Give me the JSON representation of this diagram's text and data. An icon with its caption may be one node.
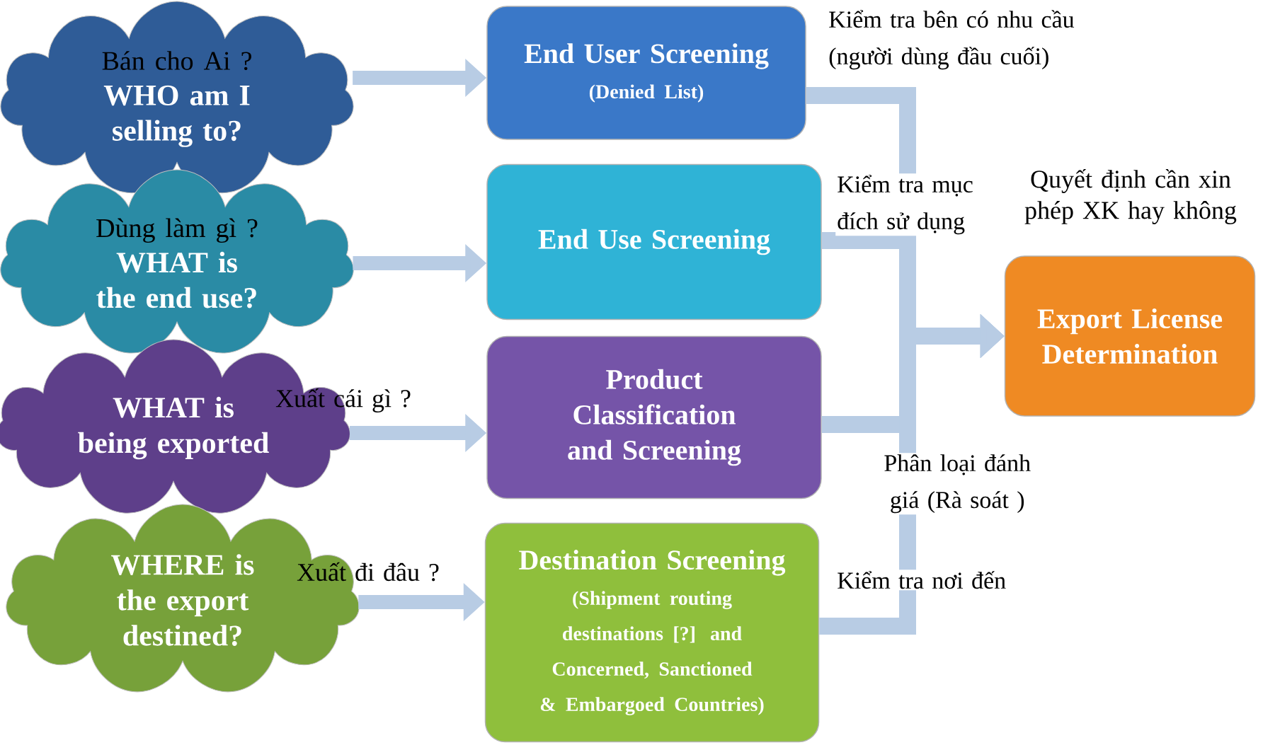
{
  "diagram": {
    "nodes": [
      {
        "text": [
          "Bán cho Ai ?",
          "WHO am I selling to?"
        ]
      },
      {
        "text": [
          "Dùng làm gì ?",
          "WHAT is the end use?"
        ]
      },
      {
        "text": [
          "WHAT is being exported"
        ],
        "beside": [
          "Xuất cái gì ?"
        ]
      },
      {
        "text": [
          "WHERE is the export destined?"
        ],
        "beside": [
          "Xuất đi đâu ?"
        ]
      },
      {
        "text": [
          "End User Screening",
          "(Denied List)"
        ]
      },
      {
        "text": [
          "End Use Screening"
        ]
      },
      {
        "text": [
          "Product Classification and Screening"
        ]
      },
      {
        "text": [
          "Destination Screening",
          "(Shipment routing destinations [?] and Concerned, Sanctioned & Embargoed Countries)"
        ]
      },
      {
        "text": [
          "Export License Determination"
        ],
        "beside": [
          "Quyết định cần xin phép XK hay không"
        ]
      }
    ],
    "edges": [
      {
        "from": 0,
        "to": 4,
        "arrow": "to"
      },
      {
        "from": 1,
        "to": 5,
        "arrow": "to"
      },
      {
        "from": 2,
        "to": 6,
        "arrow": "to"
      },
      {
        "from": 3,
        "to": 7,
        "arrow": "to"
      },
      {
        "from": 4,
        "to": 8,
        "arrow": "to",
        "label": "Kiểm tra bên có nhu cầu (người dùng đầu cuối)"
      },
      {
        "from": 5,
        "to": 8,
        "arrow": "to",
        "label": "Kiểm tra mục đích sử dụng"
      },
      {
        "from": 6,
        "to": 8,
        "arrow": "to",
        "label": "Phân loại đánh giá (Rà soát )"
      },
      {
        "from": 7,
        "to": 8,
        "arrow": "to",
        "label": "Kiểm tra nơi đến"
      }
    ]
  }
}
